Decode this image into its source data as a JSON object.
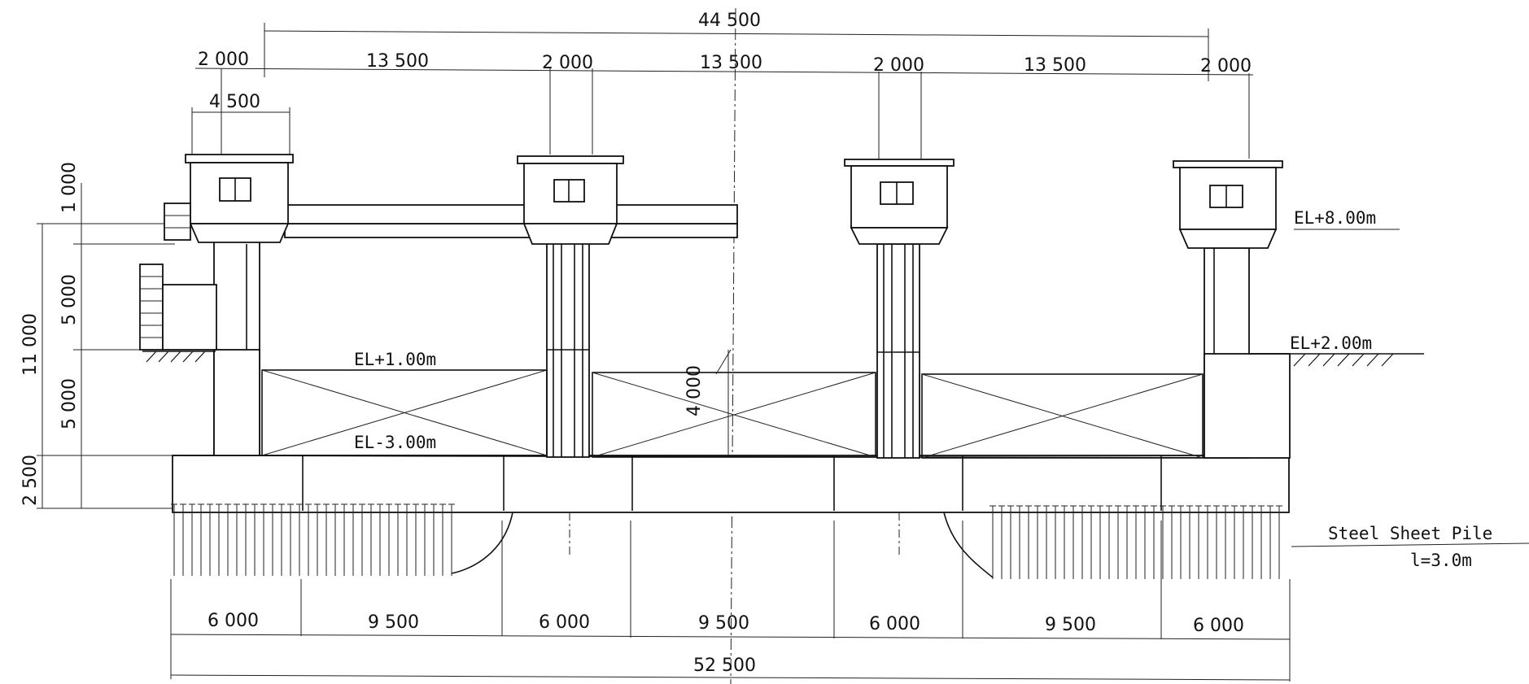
{
  "dimensions": {
    "top_total": "44 500",
    "top_spans": [
      "2 000",
      "13 500",
      "2 000",
      "13 500",
      "2 000",
      "13 500",
      "2 000"
    ],
    "house_width": "4 500",
    "left_heights": [
      "1 000",
      "5 000",
      "5 000",
      "2 500"
    ],
    "left_total": "11 000",
    "gate_height": "4 000",
    "bottom_spans": [
      "6 000",
      "9 500",
      "6 000",
      "9 500",
      "6 000",
      "9 500",
      "6 000"
    ],
    "bottom_total": "52 500"
  },
  "labels": {
    "el_top": "EL+8.00m",
    "el_ground": "EL+2.00m",
    "el_gate_top": "EL+1.00m",
    "el_gate_bottom": "EL-3.00m",
    "sheet_pile": "Steel Sheet Pile",
    "sheet_pile_length": "l=3.0m"
  }
}
